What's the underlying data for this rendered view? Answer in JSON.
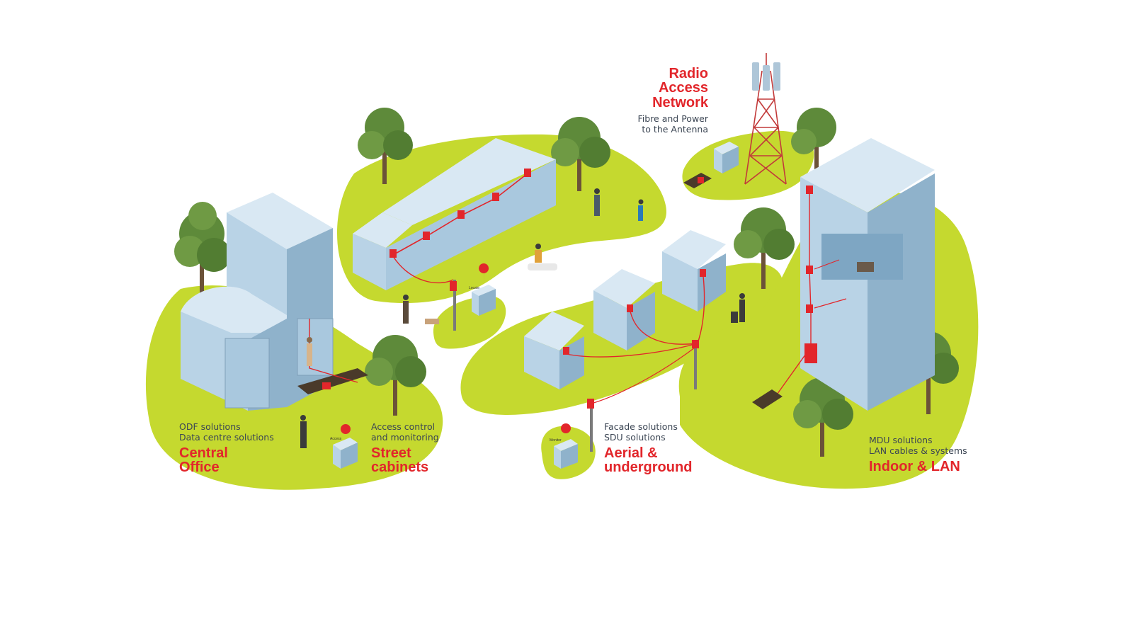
{
  "sections": {
    "radio": {
      "title_lines": [
        "Radio",
        "Access",
        "Network"
      ],
      "sub_lines": [
        "Fibre and Power",
        "to the Antenna"
      ]
    },
    "central": {
      "sub_lines": [
        "ODF solutions",
        "Data centre solutions"
      ],
      "title_lines": [
        "Central",
        "Office"
      ]
    },
    "street": {
      "sub_lines": [
        "Access control",
        "and monitoring"
      ],
      "title_lines": [
        "Street",
        "cabinets"
      ]
    },
    "aerial": {
      "sub_lines": [
        "Facade solutions",
        "SDU solutions"
      ],
      "title_lines": [
        "Aerial &",
        "underground"
      ]
    },
    "indoor": {
      "sub_lines": [
        "MDU solutions",
        "LAN cables & systems"
      ],
      "title_lines": [
        "Indoor & LAN"
      ]
    }
  },
  "cabinet_tags": {
    "locate": "Locate",
    "access": "Access",
    "monitor": "Monitor"
  },
  "colors": {
    "grass": "#c5d92f",
    "building_front": "#b9d3e6",
    "building_side": "#8fb2cb",
    "building_top": "#d9e8f3",
    "fibre": "#e2262b",
    "title": "#e2262b",
    "subtitle": "#3c4654"
  }
}
